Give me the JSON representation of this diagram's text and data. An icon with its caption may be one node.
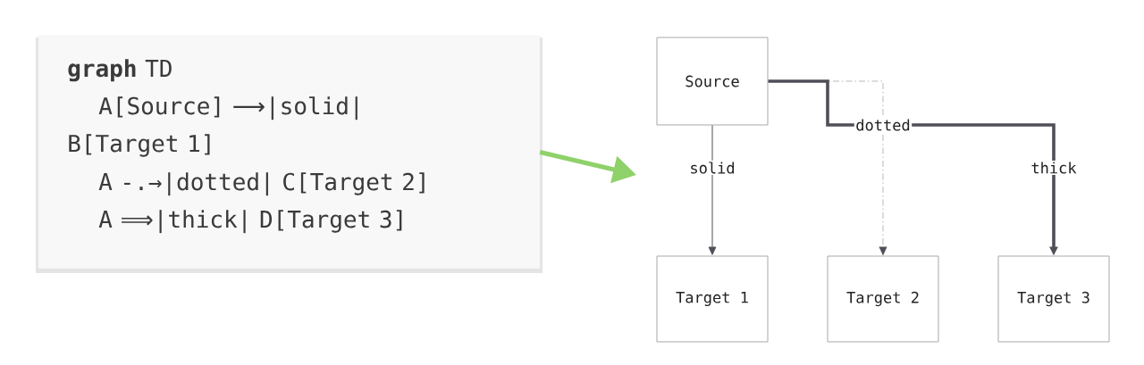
{
  "diagram": {
    "nodes": [
      {
        "text": [
          "**graph** TD",
          "A[Source] ⟶|solid| B[Target 1]",
          "A -.→|dotted| C[Target 2]",
          "A ⟹|thick| D[Target 3]"
        ]
      },
      {
        "text": [
          "Source"
        ]
      },
      {
        "text": [
          "Target 1"
        ]
      },
      {
        "text": [
          "Target 2"
        ]
      },
      {
        "text": [
          "Target 3"
        ]
      }
    ],
    "edges": [
      {
        "from": 0,
        "to": null,
        "arrow": "to",
        "style": "thick",
        "color": "#8fd16a"
      },
      {
        "from": 1,
        "to": 2,
        "arrow": "to",
        "label": "solid"
      },
      {
        "from": 1,
        "to": 3,
        "arrow": "to",
        "label": "dotted",
        "style": "dashed"
      },
      {
        "from": 1,
        "to": 4,
        "arrow": "to",
        "label": "thick",
        "style": "thick"
      }
    ]
  }
}
